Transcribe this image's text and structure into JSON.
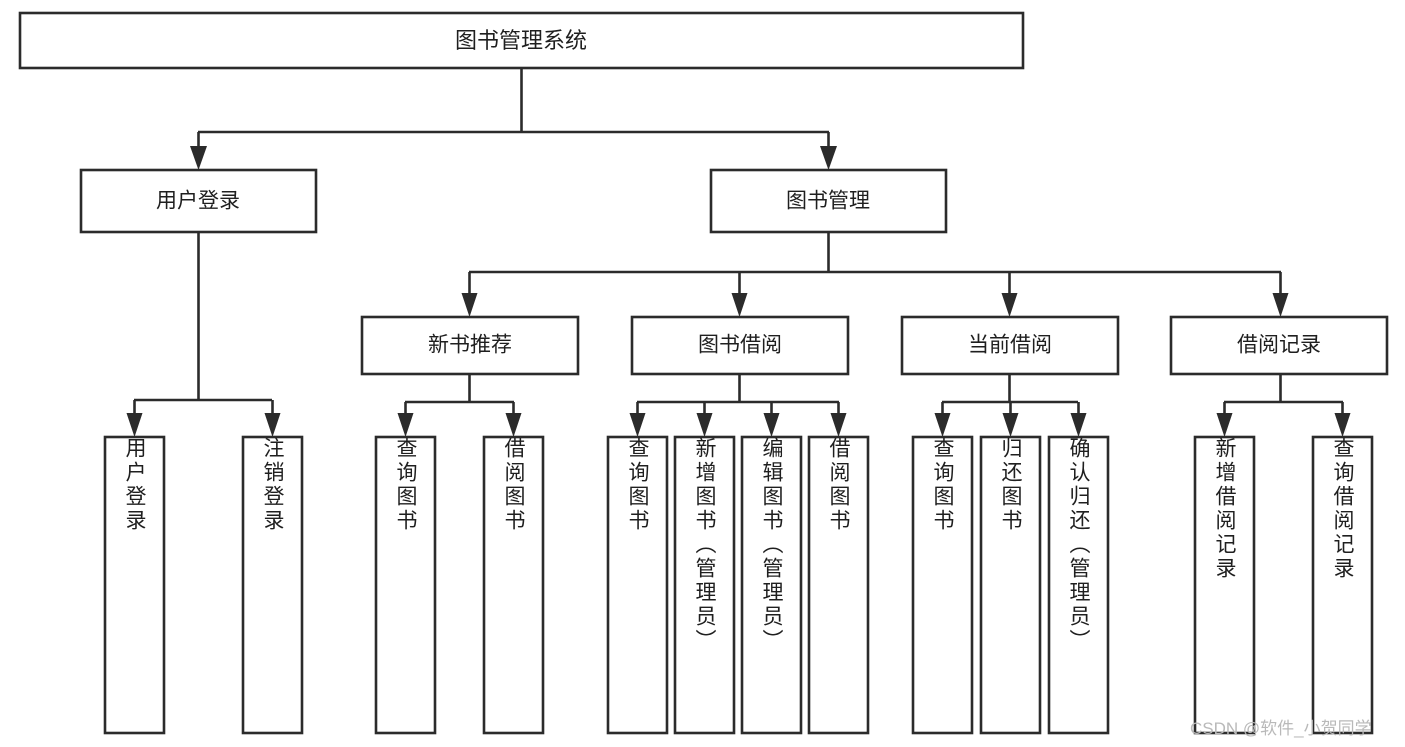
{
  "diagram": {
    "type": "tree",
    "title": "图书管理系统",
    "orientation": "top-down",
    "root": {
      "label": "图书管理系统"
    },
    "level2": [
      {
        "label": "用户登录"
      },
      {
        "label": "图书管理"
      }
    ],
    "level3": [
      {
        "label": "新书推荐"
      },
      {
        "label": "图书借阅"
      },
      {
        "label": "当前借阅"
      },
      {
        "label": "借阅记录"
      }
    ],
    "leaves": {
      "user_login": [
        "用户登录",
        "注销登录"
      ],
      "new_book_recommend": [
        "查询图书",
        "借阅图书"
      ],
      "book_borrow": [
        "查询图书",
        "新增图书（管理员）",
        "编辑图书（管理员）",
        "借阅图书"
      ],
      "current_borrow": [
        "查询图书",
        "归还图书",
        "确认归还（管理员）"
      ],
      "borrow_record": [
        "新增借阅记录",
        "查询借阅记录"
      ]
    },
    "colors": {
      "stroke": "#2b2b2b",
      "fill": "#ffffff",
      "text": "#1f1f1f",
      "watermark": "#b9b9b9"
    }
  },
  "watermark": {
    "text": "CSDN @软件_小贺同学"
  }
}
